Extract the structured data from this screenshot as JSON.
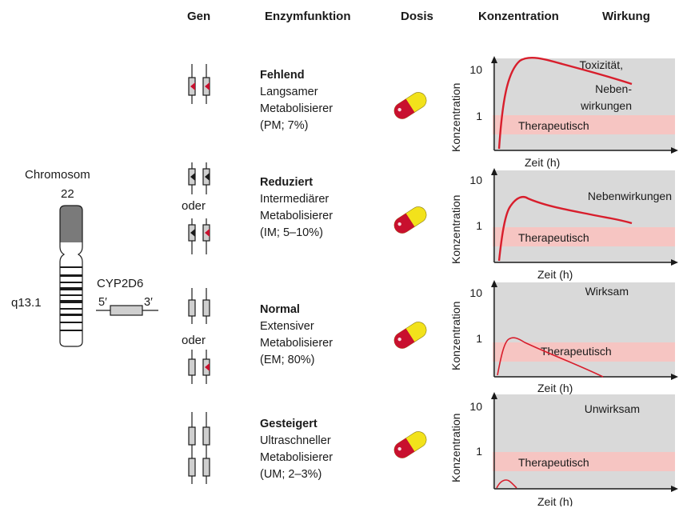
{
  "headers": {
    "gen": "Gen",
    "enzyme": "Enzymfunktion",
    "dose": "Dosis",
    "concentration": "Konzentration",
    "effect": "Wirkung"
  },
  "chromosome": {
    "label": "Chromosom",
    "number": "22",
    "band": "q13.1",
    "gene": "CYP2D6",
    "five_prime": "5′",
    "three_prime": "3′"
  },
  "oder": "oder",
  "axis": {
    "ylabel": "Konzentration",
    "xlabel": "Zeit (h)",
    "tick_10": "10",
    "tick_1": "1"
  },
  "rows": [
    {
      "status": "Fehlend",
      "line1": "Langsamer",
      "line2": "Metabolisierer",
      "line3": "(PM; 7%)",
      "effect_lines": [
        "Toxizität,",
        "Neben-",
        "wirkungen"
      ],
      "band_label": "Therapeutisch"
    },
    {
      "status": "Reduziert",
      "line1": "Intermediärer",
      "line2": "Metabolisierer",
      "line3": "(IM; 5–10%)",
      "effect_lines": [
        "Nebenwirkungen"
      ],
      "band_label": "Therapeutisch"
    },
    {
      "status": "Normal",
      "line1": "Extensiver",
      "line2": "Metabolisierer",
      "line3": "(EM; 80%)",
      "effect_lines": [
        "Wirksam"
      ],
      "band_label": "Therapeutisch"
    },
    {
      "status": "Gesteigert",
      "line1": "Ultraschneller",
      "line2": "Metabolisierer",
      "line3": "(UM; 2–3%)",
      "effect_lines": [
        "Unwirksam"
      ],
      "band_label": "Therapeutisch"
    }
  ],
  "colors": {
    "curve": "#d81e2c",
    "band": "#f6c5c2",
    "panel": "#d9d9d9",
    "pill_red": "#c8102e",
    "pill_yellow": "#f2e21b",
    "marker": "#c8102e"
  }
}
